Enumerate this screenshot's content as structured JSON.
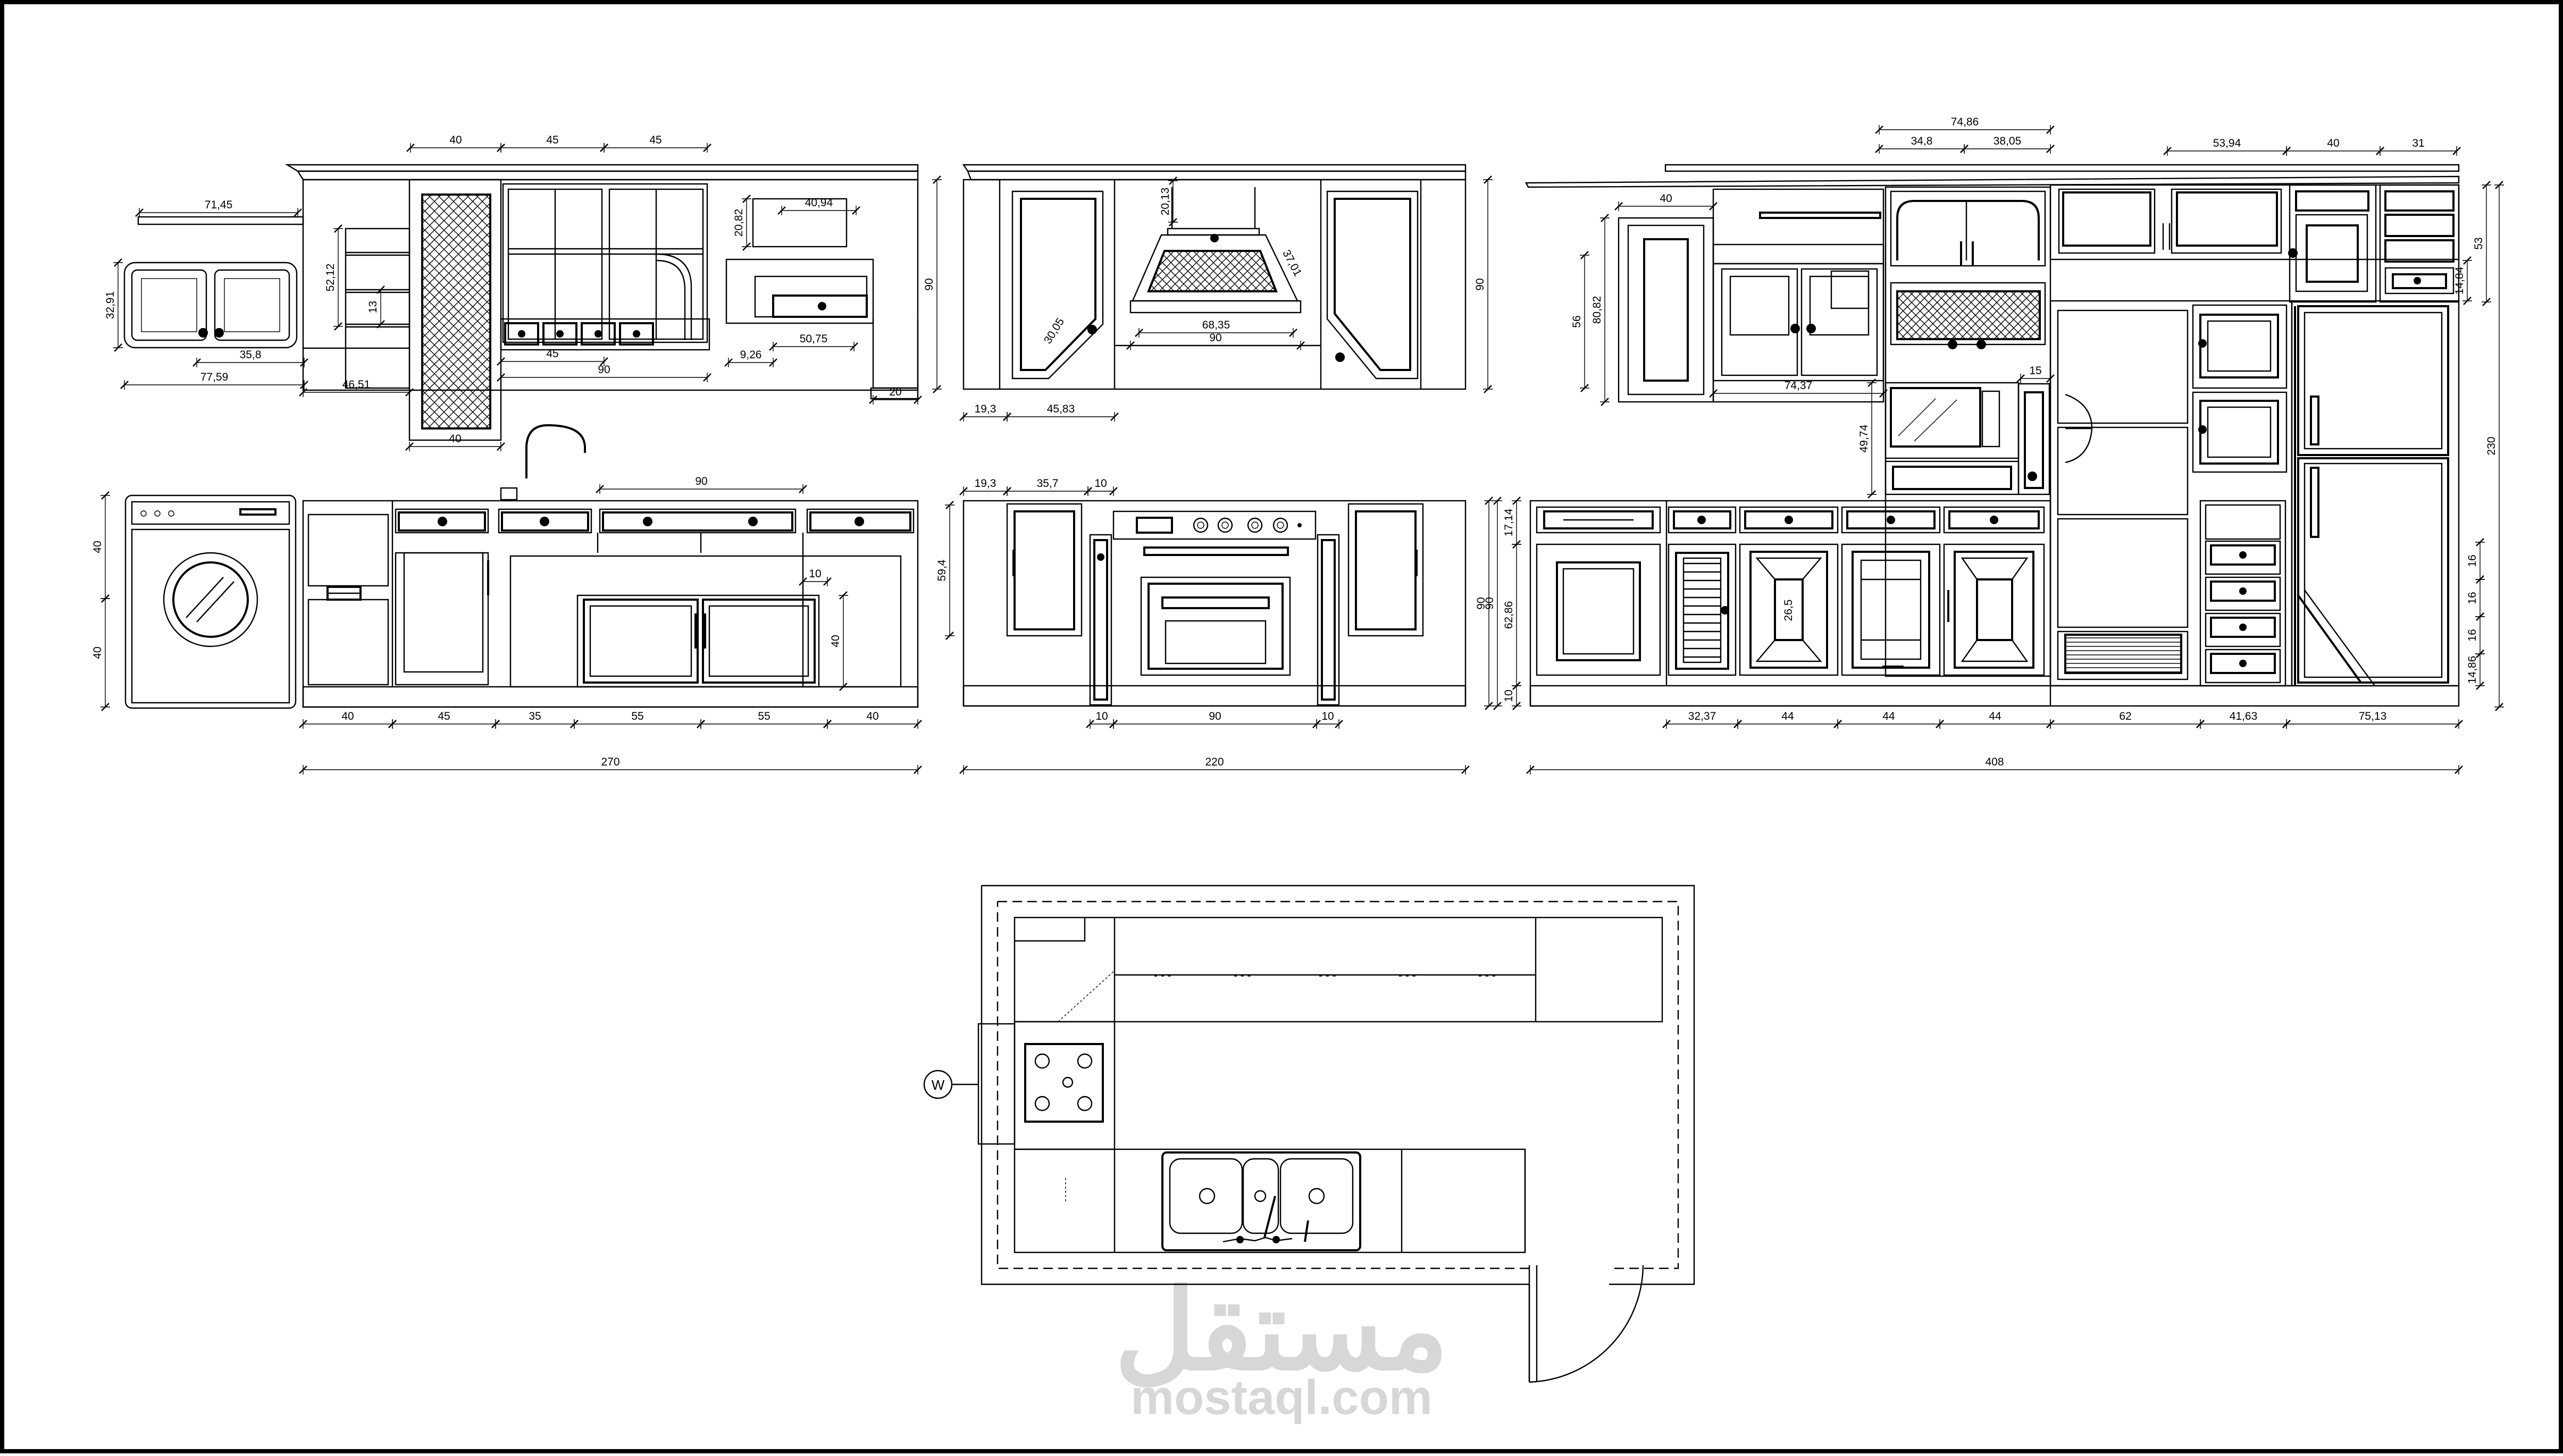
{
  "watermark": {
    "arabic": "مستقل",
    "latin": "mostaql.com",
    "color": "#d7d7d7"
  },
  "plan": {
    "wall_marker": "W"
  },
  "elevation_left": {
    "total_width": "270",
    "bottom_segments": [
      "40",
      "45",
      "35",
      "55",
      "55",
      "40"
    ],
    "upper_top": [
      "40",
      "45",
      "45"
    ],
    "dims": {
      "shelf_width": "71,45",
      "wall_cab_height": "32,91",
      "wall_cab_width": "35,8",
      "overall_width": "77,59",
      "column_offset": "46,51",
      "column_width": "40",
      "shelf_height": "52,12",
      "shelf_gap": "13",
      "display_width": "45",
      "display_total": "90",
      "panel_height": "20,82",
      "panel_width": "40,94",
      "pocket": "9,26",
      "drawer_width": "50,75",
      "return_depth": "20",
      "upper_height": "90",
      "base_top": "90",
      "washer_upper": "40",
      "washer_lower": "40",
      "gap_small": "10",
      "base_drawer_height": "40"
    }
  },
  "elevation_center": {
    "total_width": "220",
    "dims": {
      "hood_top": "20,13",
      "hood_side": "37,01",
      "hood_slant": "30,05",
      "hood_base": "68,35",
      "hood_total": "90",
      "upper_height": "90",
      "left_offset": "19,3",
      "left_span": "45,83",
      "base_offset": "19,3",
      "base_door": "35,7",
      "base_gap": "10",
      "base_height": "59,4",
      "bottom_left": "10",
      "bottom_mid": "90",
      "bottom_right": "10",
      "side_height": "90"
    }
  },
  "elevation_right": {
    "total_width": "408",
    "bottom_segments": [
      "32,37",
      "44",
      "44",
      "44",
      "62",
      "41,63",
      "75,13"
    ],
    "dims": {
      "top_total": "74,86",
      "top_a": "34,8",
      "top_b": "38,05",
      "upper_right": "53,94",
      "upper_right_b": "40",
      "upper_right_c": "31",
      "cab_width": "40",
      "cab_height_a": "56",
      "cab_height_b": "80,82",
      "upper_span": "74,37",
      "micro_height": "49,74",
      "micro_gap": "15",
      "side_53": "53",
      "side_1484": "14,84",
      "tall_height": "230",
      "base_1714": "17,14",
      "base_6286": "62,86",
      "base_10": "10",
      "base_90": "90",
      "drawer_panel": "26,5",
      "right_16a": "16",
      "right_16b": "16",
      "right_1486": "14,86",
      "right_16c": "16"
    }
  }
}
